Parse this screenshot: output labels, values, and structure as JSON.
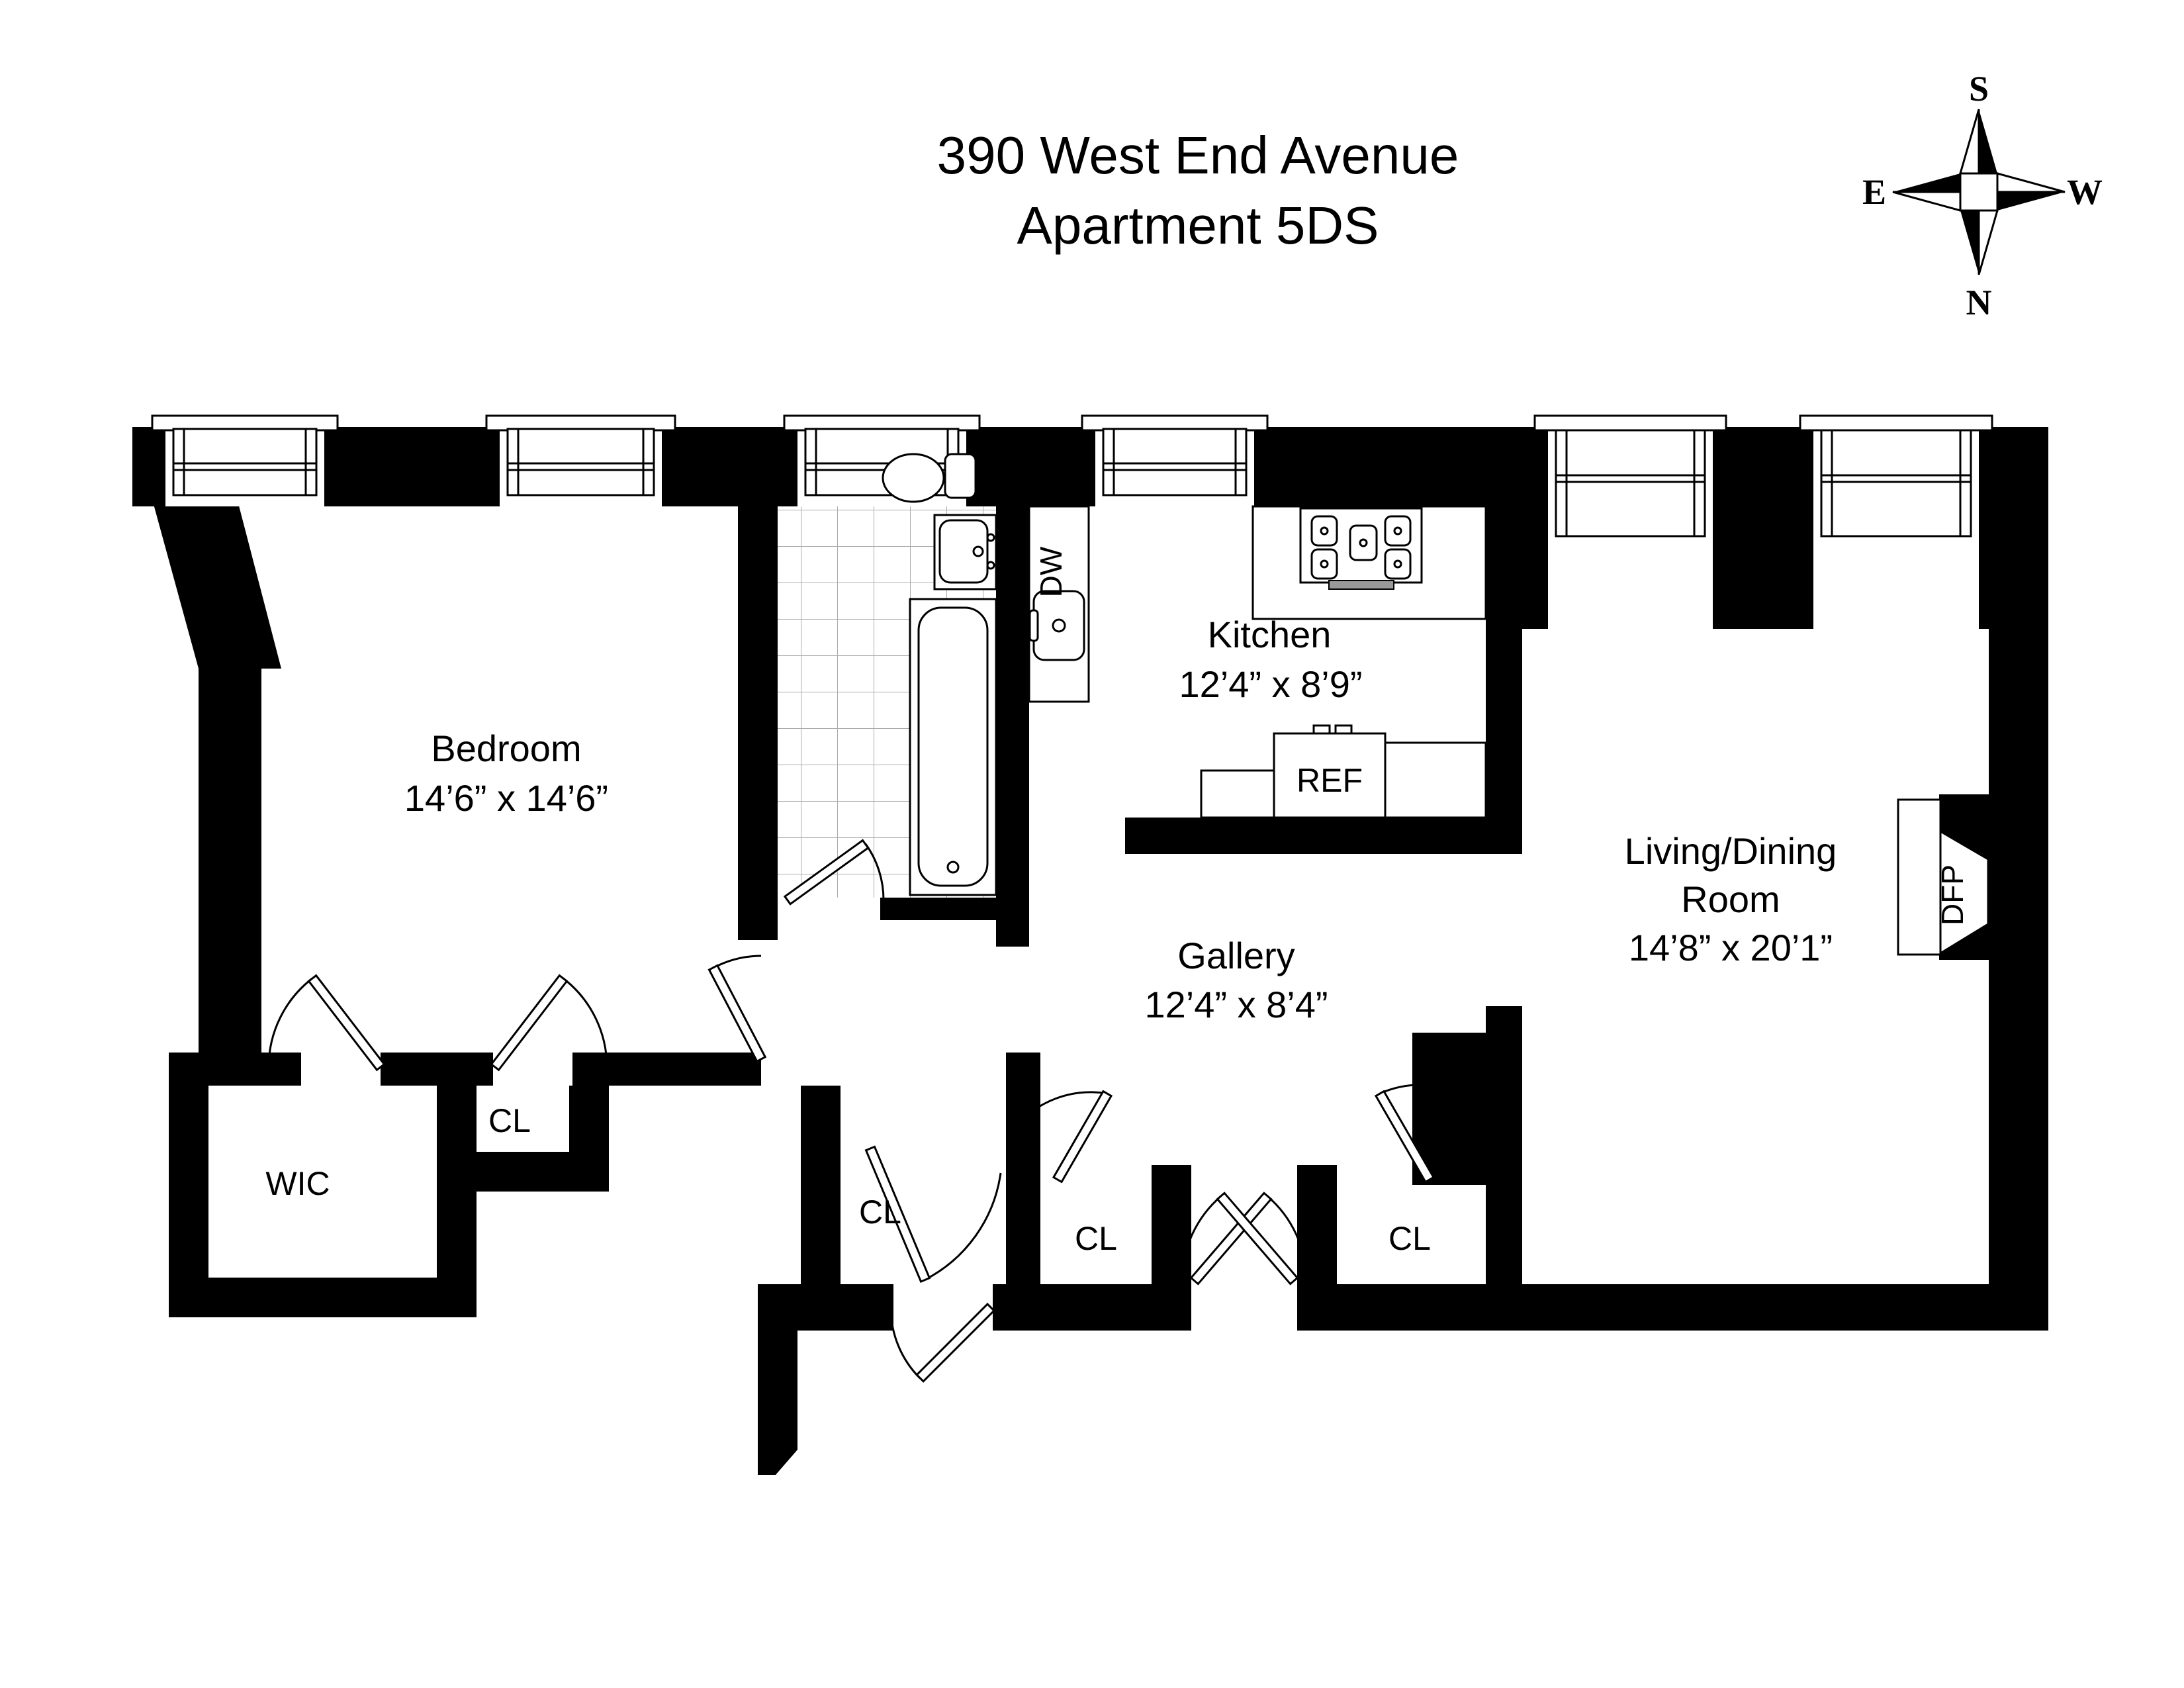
{
  "title": {
    "line1": "390 West End Avenue",
    "line2": "Apartment 5DS"
  },
  "compass": {
    "top": "S",
    "bottom": "N",
    "left": "E",
    "right": "W"
  },
  "rooms": {
    "bedroom": {
      "name": "Bedroom",
      "dimensions": "14’6” x 14’6”"
    },
    "kitchen": {
      "name": "Kitchen",
      "dimensions": "12’4” x 8’9”"
    },
    "living_dining": {
      "name_line1": "Living/Dining",
      "name_line2": "Room",
      "dimensions": "14’8” x 20’1”"
    },
    "gallery": {
      "name": "Gallery",
      "dimensions": "12’4” x 8’4”"
    }
  },
  "closets": {
    "walk_in": "WIC",
    "bedroom_closet": "CL",
    "hall_closet": "CL",
    "gallery_closet_left": "CL",
    "gallery_closet_right": "CL"
  },
  "fixtures": {
    "dishwasher": "DW",
    "refrigerator": "REF",
    "fireplace": "DFP"
  },
  "colors": {
    "walls": "#000000",
    "background": "#ffffff",
    "tile_line": "#aaaaaa"
  }
}
